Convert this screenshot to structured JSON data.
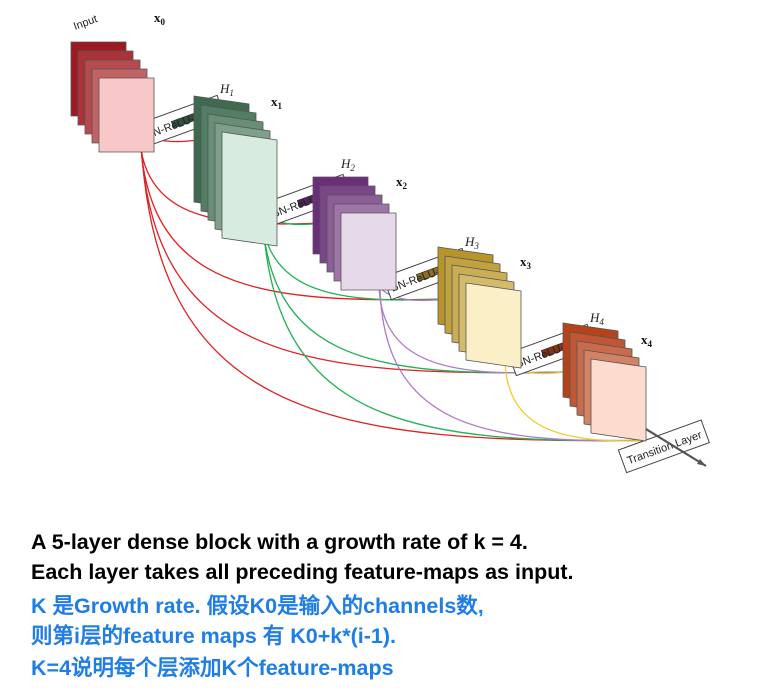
{
  "diagram": {
    "input_label": "Input",
    "block_label": "BN-ReLU-Conv",
    "transition_label": "Transition Layer",
    "x_var": "x",
    "h_var": "H",
    "layers": [
      {
        "x_sub": "0",
        "h_sub": "",
        "fill_front": "#f8c7c7",
        "fill_back": "#9b1b21",
        "accent": "#e02020"
      },
      {
        "x_sub": "1",
        "h_sub": "1",
        "fill_front": "#d8ebe0",
        "fill_back": "#3e6b50",
        "accent": "#22b055"
      },
      {
        "x_sub": "2",
        "h_sub": "2",
        "fill_front": "#e6d9ea",
        "fill_back": "#6a2f78",
        "accent": "#b07ac6"
      },
      {
        "x_sub": "3",
        "h_sub": "3",
        "fill_front": "#fbefc8",
        "fill_back": "#b8952a",
        "accent": "#efcc2a"
      },
      {
        "x_sub": "4",
        "h_sub": "4",
        "fill_front": "#fbdccf",
        "fill_back": "#b5421b",
        "accent": "#d85a3a"
      }
    ]
  },
  "caption": {
    "line1": "A 5-layer dense block with a growth rate of k = 4.",
    "line2": "Each layer takes all preceding feature-maps as input.",
    "line3": "K 是Growth rate. 假设K0是输入的channels数,",
    "line4": "则第i层的feature maps 有 K0+k*(i-1).",
    "line5": "K=4说明每个层添加K个feature-maps"
  }
}
